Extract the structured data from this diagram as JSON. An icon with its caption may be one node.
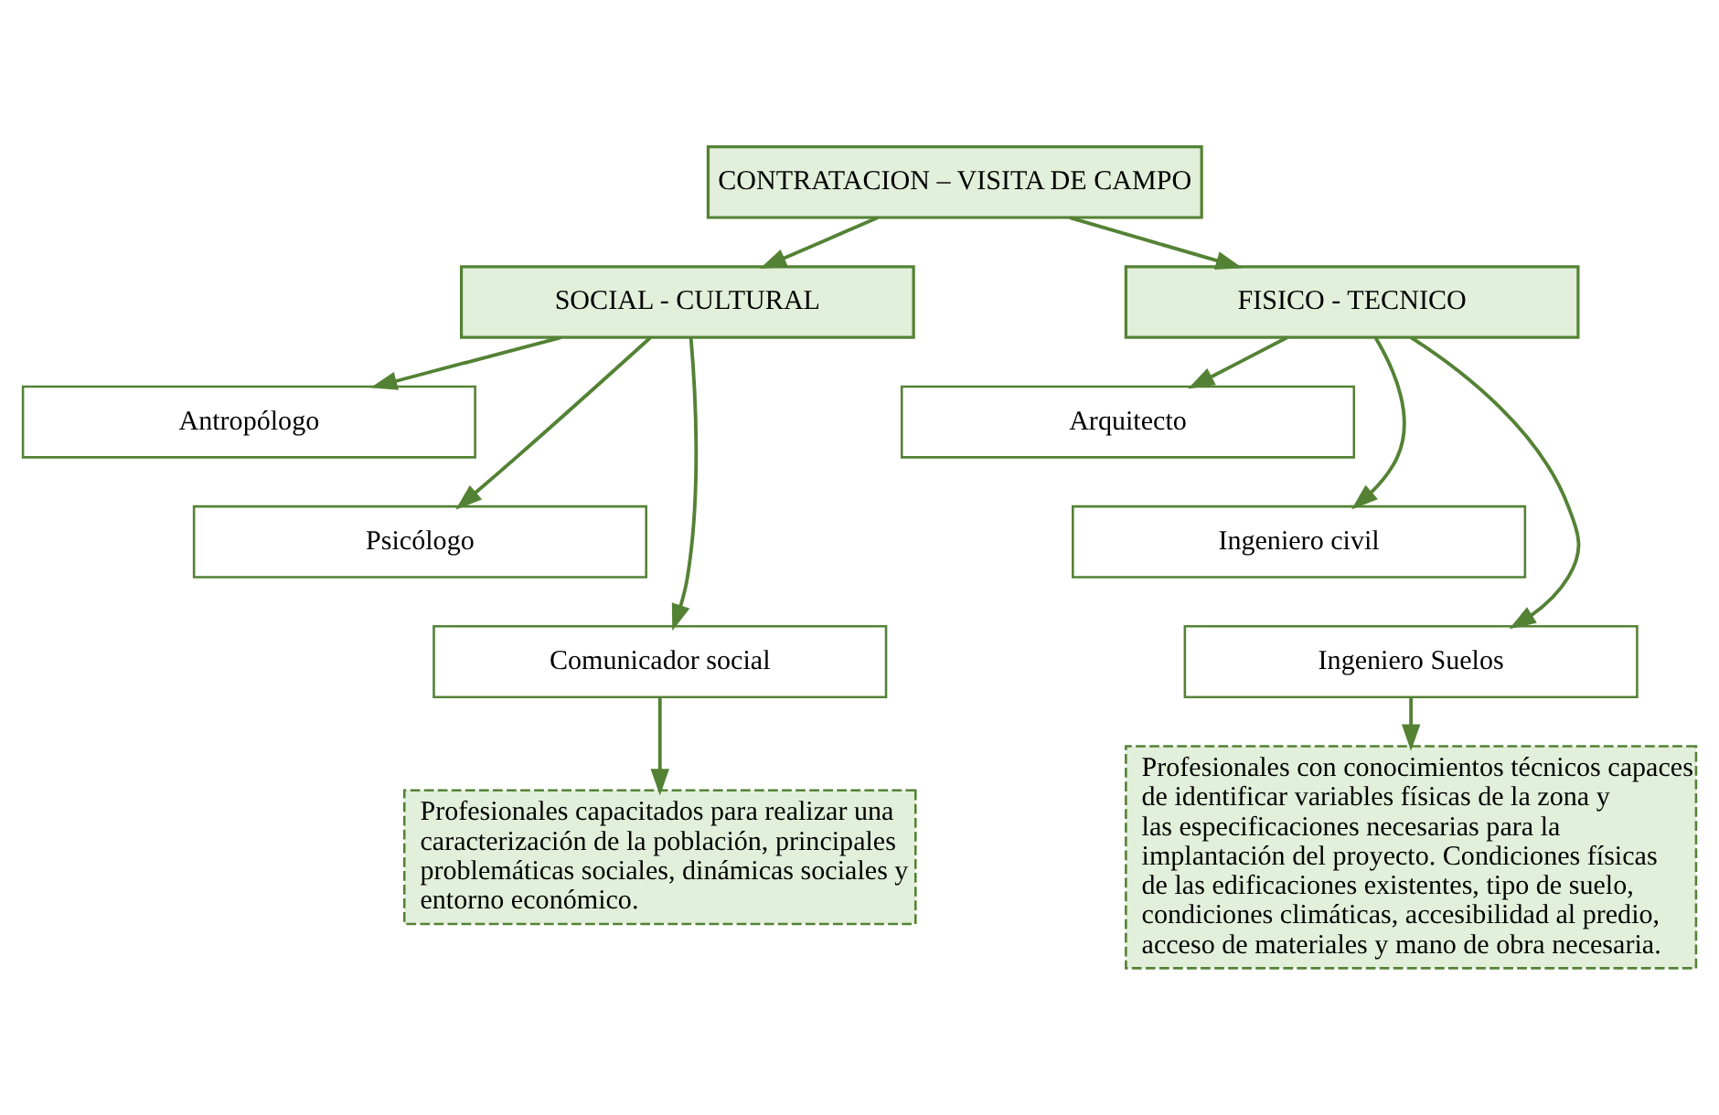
{
  "diagram": {
    "nodes": [
      {
        "text": [
          "CONTRATACION – VISITA DE CAMPO"
        ]
      },
      {
        "text": [
          "SOCIAL - CULTURAL"
        ]
      },
      {
        "text": [
          "FISICO - TECNICO"
        ]
      },
      {
        "text": [
          "Antropólogo"
        ]
      },
      {
        "text": [
          "Psicólogo"
        ]
      },
      {
        "text": [
          "Comunicador social"
        ]
      },
      {
        "text": [
          "Arquitecto"
        ]
      },
      {
        "text": [
          "Ingeniero civil"
        ]
      },
      {
        "text": [
          "Ingeniero Suelos"
        ]
      },
      {
        "text": [
          "Profesionales capacitados para realizar una caracterización de la población, principales problemáticas sociales, dinámicas sociales y entorno económico."
        ]
      },
      {
        "text": [
          "Profesionales con conocimientos técnicos capaces de identificar variables físicas de la zona y las especificaciones necesarias para la implantación del proyecto. Condiciones físicas de las edificaciones existentes, tipo de suelo, condiciones climáticas, accesibilidad al predio, acceso de materiales y mano de obra necesaria."
        ]
      }
    ],
    "edges": [
      {
        "from": 0,
        "to": 1,
        "arrow": "to"
      },
      {
        "from": 0,
        "to": 2,
        "arrow": "to"
      },
      {
        "from": 1,
        "to": 3,
        "arrow": "to"
      },
      {
        "from": 1,
        "to": 4,
        "arrow": "to"
      },
      {
        "from": 1,
        "to": 5,
        "arrow": "to"
      },
      {
        "from": 2,
        "to": 6,
        "arrow": "to"
      },
      {
        "from": 2,
        "to": 7,
        "arrow": "to"
      },
      {
        "from": 2,
        "to": 8,
        "arrow": "to"
      },
      {
        "from": 5,
        "to": 9,
        "arrow": "to"
      },
      {
        "from": 8,
        "to": 10,
        "arrow": "to"
      }
    ]
  }
}
